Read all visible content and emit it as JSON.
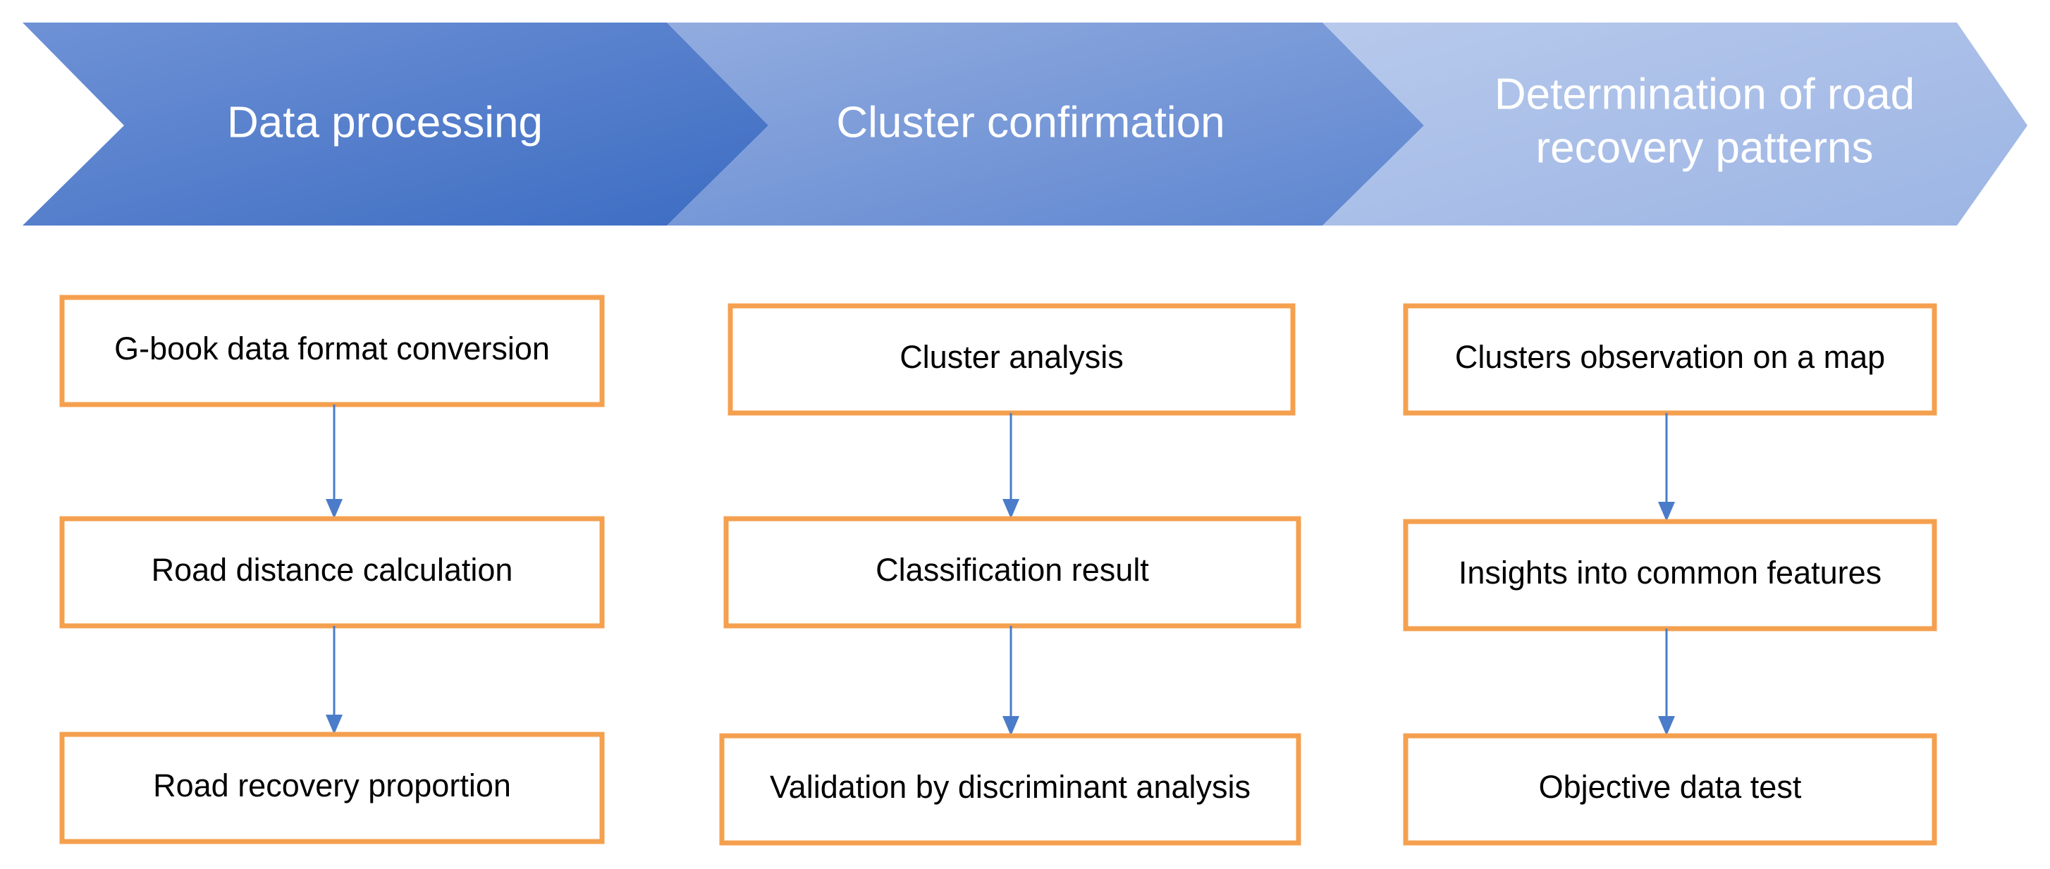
{
  "colors": {
    "chevron_dark": "#3f6fc4",
    "chevron_mid": "#6d92d8",
    "chevron_light": "#a9c0ea",
    "box_border": "#f4a04f",
    "connector": "#4a7cc9",
    "stage_text": "#ffffff",
    "box_text": "#000000"
  },
  "stages": [
    {
      "title_lines": [
        "Data processing"
      ],
      "steps": [
        "G-book data format conversion",
        "Road distance calculation",
        "Road recovery proportion"
      ]
    },
    {
      "title_lines": [
        "Cluster confirmation"
      ],
      "steps": [
        "Cluster analysis",
        "Classification result",
        "Validation by discriminant analysis"
      ]
    },
    {
      "title_lines": [
        "Determination of road",
        "recovery patterns"
      ],
      "steps": [
        "Clusters observation on a map",
        "Insights into common features",
        "Objective data test"
      ]
    }
  ]
}
